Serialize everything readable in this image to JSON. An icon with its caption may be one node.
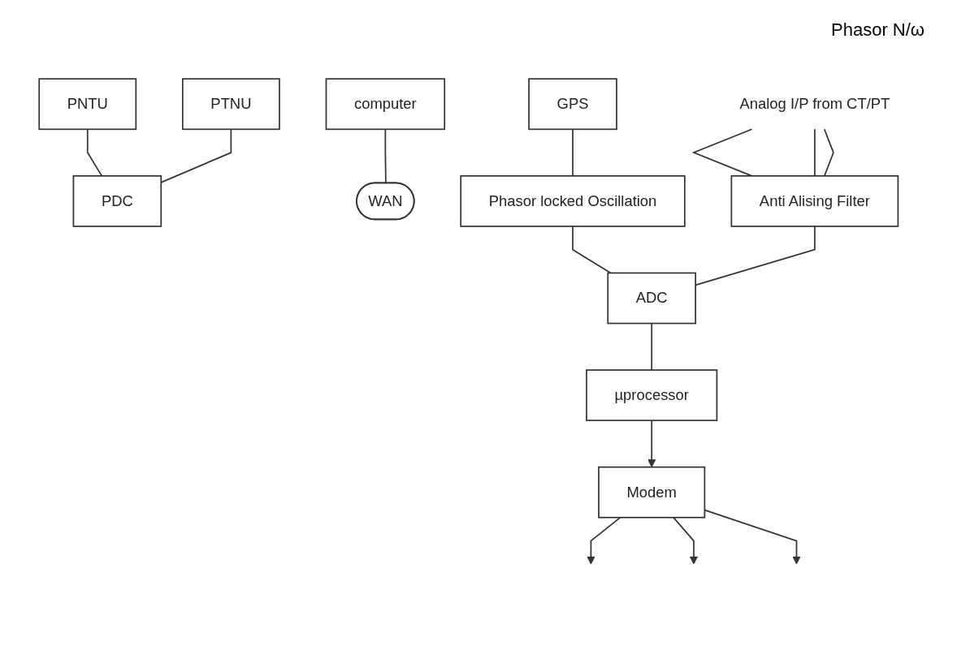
{
  "diagram": {
    "nodes": [
      {
        "text": [
          "PNTU"
        ]
      },
      {
        "text": [
          "PTNU"
        ]
      },
      {
        "text": [
          "PDC"
        ]
      },
      {
        "text": [
          "WAN"
        ]
      },
      {
        "text": [
          "computer"
        ]
      },
      {
        "text": [
          "GPS"
        ]
      },
      {
        "text": [
          "Modem"
        ]
      },
      {
        "text": [
          "Phasor locked Oscillation"
        ]
      },
      {
        "text": [
          "Analog I/P from CT/PT"
        ]
      },
      {
        "text": [
          "Anti Alising Filter"
        ]
      },
      {
        "text": [
          "ADC"
        ]
      },
      {
        "text": [
          "µprocessor"
        ]
      }
    ],
    "edges": [
      {
        "from": 0,
        "to": 2,
        "arrow": "none"
      },
      {
        "from": 1,
        "to": 2,
        "arrow": "none"
      },
      {
        "from": 4,
        "to": 3,
        "arrow": "none"
      },
      {
        "from": 5,
        "to": 7,
        "arrow": "none"
      },
      {
        "from": 7,
        "to": 10,
        "arrow": "none"
      },
      {
        "from": 8,
        "to": 9,
        "arrow": "none"
      },
      {
        "from": 8,
        "to": 9,
        "arrow": "none"
      },
      {
        "from": 8,
        "to": 9,
        "arrow": "none"
      },
      {
        "from": 9,
        "to": 10,
        "arrow": "none"
      },
      {
        "from": 10,
        "to": 11,
        "arrow": "none"
      },
      {
        "from": 11,
        "to": 6,
        "arrow": "to"
      },
      {
        "from": 6,
        "to": null,
        "arrow": "to"
      },
      {
        "from": 6,
        "to": null,
        "arrow": "to"
      },
      {
        "from": 6,
        "to": null,
        "arrow": "to"
      }
    ],
    "labels": [
      "Phasor N/ω"
    ]
  }
}
